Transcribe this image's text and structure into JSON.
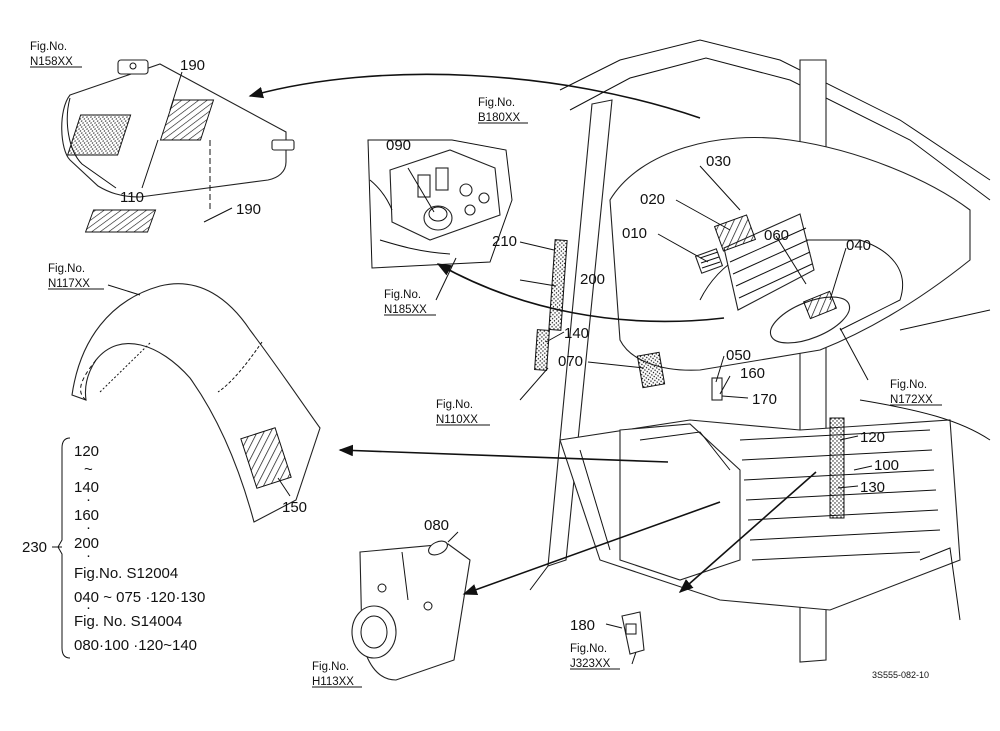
{
  "fig_labels": {
    "n158": [
      "Fig.No.",
      "N158XX"
    ],
    "b180": [
      "Fig.No.",
      "B180XX"
    ],
    "n117": [
      "Fig.No.",
      "N117XX"
    ],
    "n185": [
      "Fig.No.",
      "N185XX"
    ],
    "n110": [
      "Fig.No.",
      "N110XX"
    ],
    "n172": [
      "Fig.No.",
      "N172XX"
    ],
    "h113": [
      "Fig.No.",
      "H113XX"
    ],
    "j323": [
      "Fig.No.",
      "J323XX"
    ]
  },
  "parts": {
    "p190a": "190",
    "p110": "110",
    "p190b": "190",
    "p090": "090",
    "p030": "030",
    "p020": "020",
    "p010": "010",
    "p210": "210",
    "p200": "200",
    "p060": "060",
    "p040": "040",
    "p140": "140",
    "p070": "070",
    "p050": "050",
    "p160": "160",
    "p170": "170",
    "p120": "120",
    "p100": "100",
    "p130": "130",
    "p150": "150",
    "p080": "080",
    "p180": "180"
  },
  "legend": {
    "number": "230",
    "lines": [
      "120",
      "~",
      "140",
      "·",
      "160",
      "·",
      "200",
      "·",
      "Fig.No. S12004",
      "040 ~ 075 ·120·130",
      "·",
      "Fig. No. S14004",
      "080·100 ·120~140"
    ]
  },
  "drawing_code": "3S555-082-10"
}
